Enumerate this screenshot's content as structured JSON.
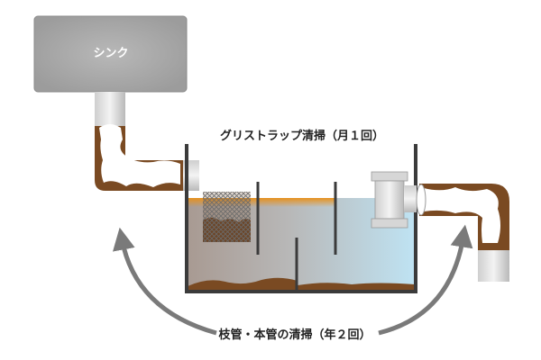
{
  "diagram": {
    "sink_label": "シンク",
    "grease_trap_label": "グリストラップ清掃（月１回）",
    "pipe_cleaning_label": "枝管・本管の清掃（年２回）"
  },
  "colors": {
    "sink": "#a3a3a3",
    "sink_text": "#ffffff",
    "grease": "#e8911c",
    "sludge": "#7a4a22",
    "water": "#bfe2f2",
    "wall": "#3b3b3b",
    "arrow": "#7a7a7a",
    "text": "#222222"
  }
}
